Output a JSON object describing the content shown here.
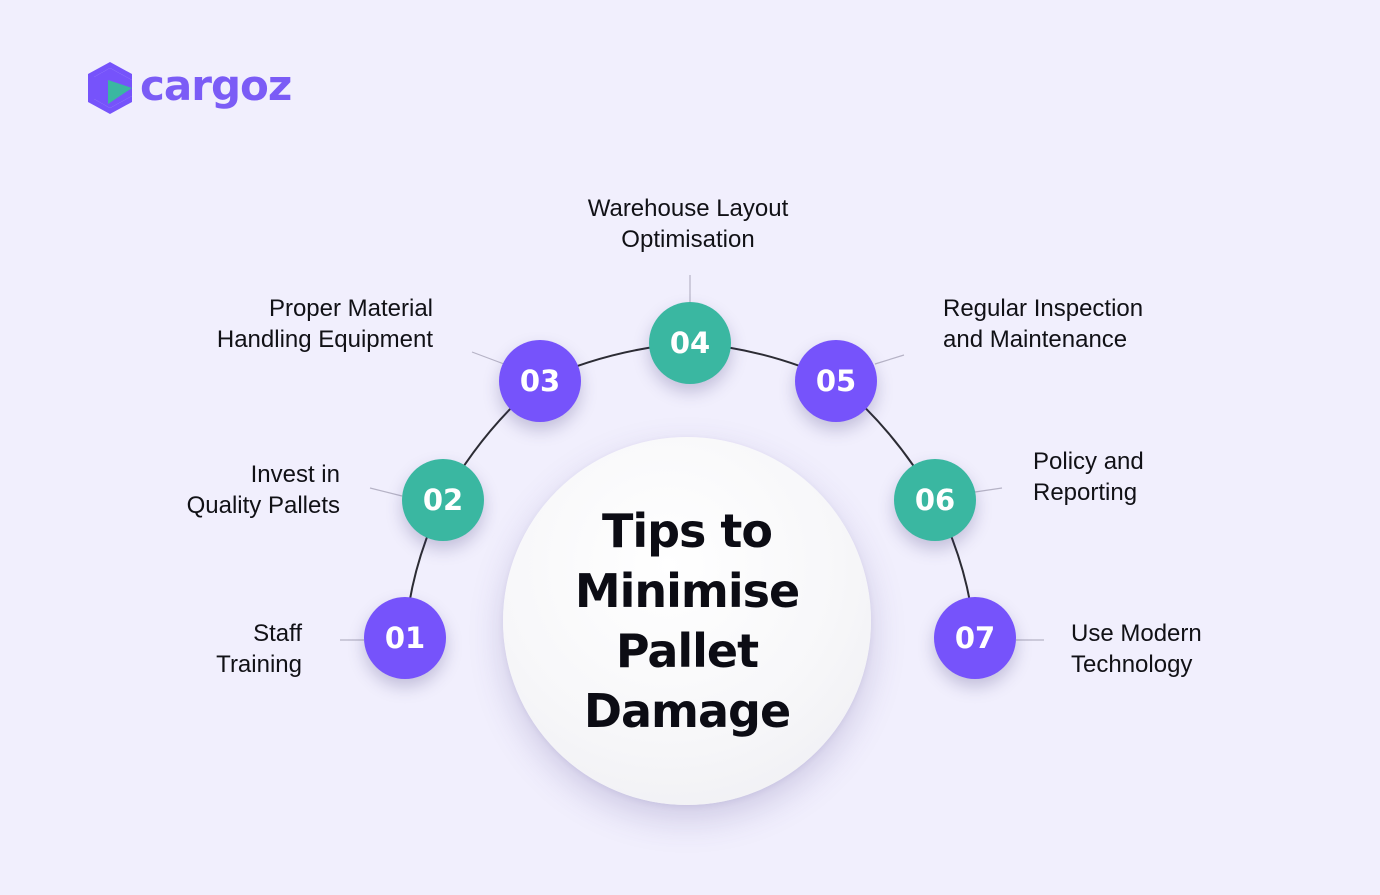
{
  "brand": {
    "name": "cargoz"
  },
  "title": "Tips to\nMinimise Pallet\nDamage",
  "colors": {
    "purple": "#7653fb",
    "teal": "#3ab7a1",
    "background": "#f1effd"
  },
  "steps": [
    {
      "number": "01",
      "label": "Staff\nTraining",
      "color": "purple"
    },
    {
      "number": "02",
      "label": "Invest in\nQuality Pallets",
      "color": "teal"
    },
    {
      "number": "03",
      "label": "Proper Material\nHandling Equipment",
      "color": "purple"
    },
    {
      "number": "04",
      "label": "Warehouse Layout\nOptimisation",
      "color": "teal"
    },
    {
      "number": "05",
      "label": "Regular Inspection\nand Maintenance",
      "color": "purple"
    },
    {
      "number": "06",
      "label": "Policy and\nReporting",
      "color": "teal"
    },
    {
      "number": "07",
      "label": "Use Modern\nTechnology",
      "color": "purple"
    }
  ]
}
